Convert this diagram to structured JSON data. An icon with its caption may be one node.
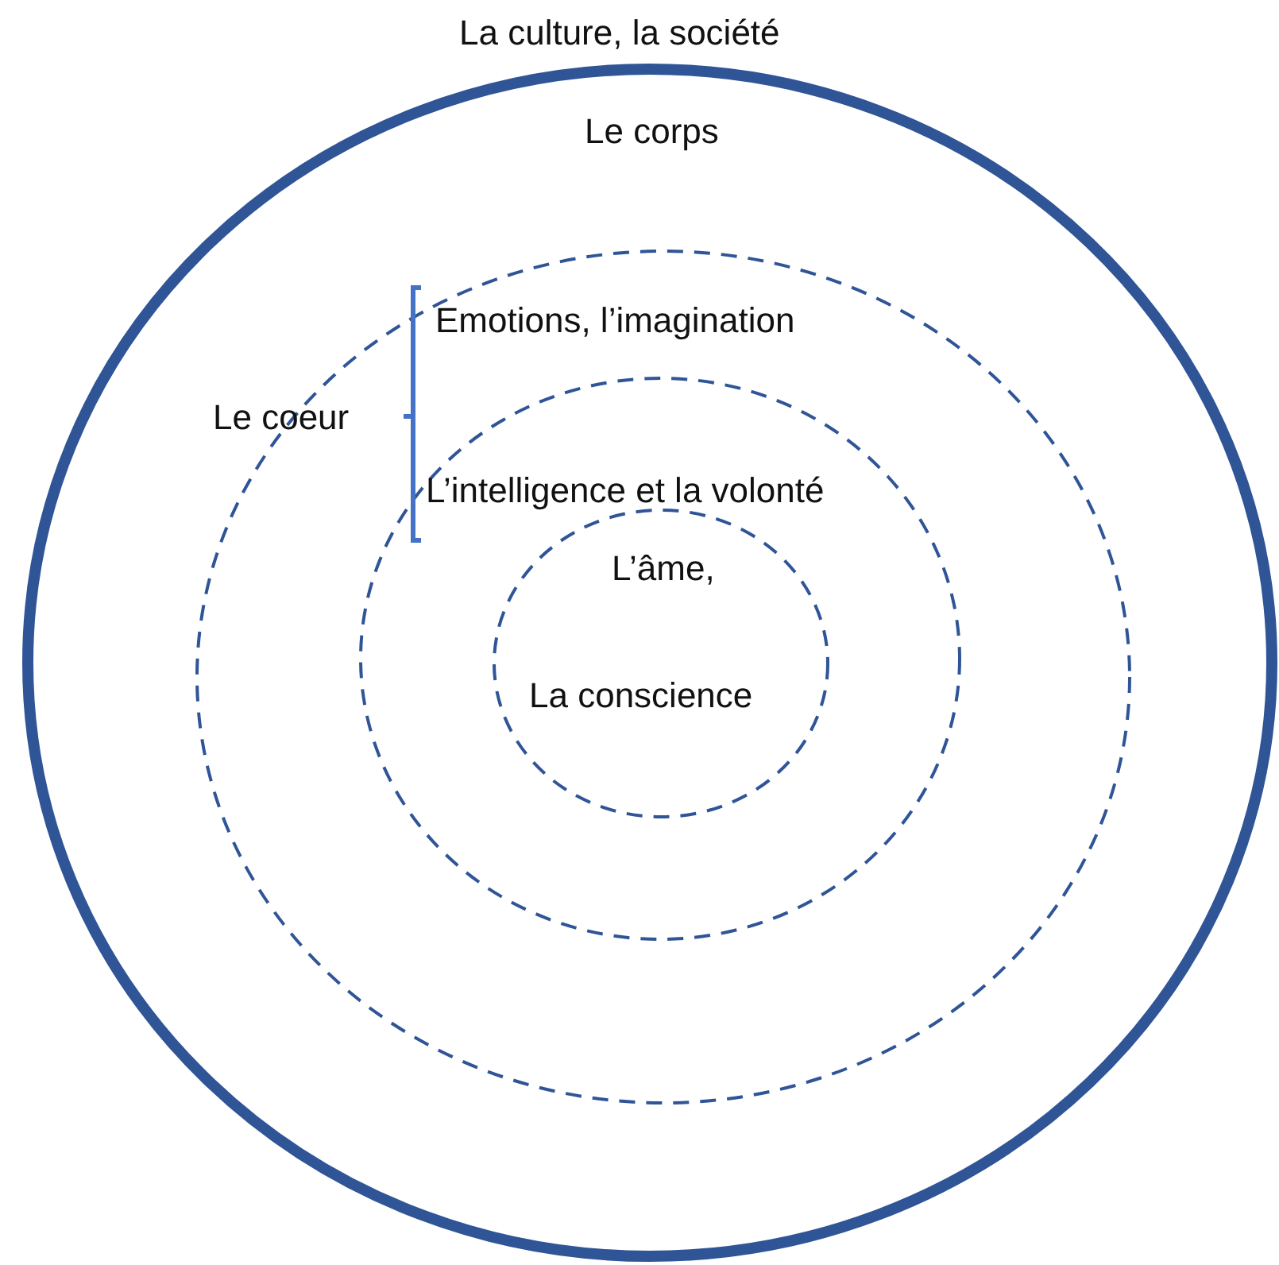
{
  "diagram": {
    "nodes": [
      {
        "text": [
          "Le corps"
        ]
      },
      {
        "text": [
          "Emotions, l’imagination"
        ],
        "in": 0
      },
      {
        "text": [
          "L’intelligence et la volonté"
        ],
        "in": 1
      },
      {
        "text": [
          "L’âme,",
          "La conscience"
        ],
        "in": 2
      }
    ],
    "labels": [
      "La culture, la société",
      "Le coeur"
    ]
  }
}
